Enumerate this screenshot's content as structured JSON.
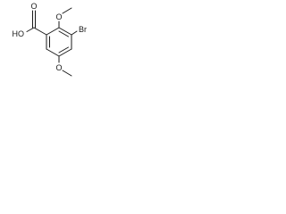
{
  "molecule": {
    "labels": {
      "br": "Br",
      "ho": "HO",
      "o_carbonyl": "O",
      "ome_2": "O",
      "ome_5": "O"
    }
  }
}
